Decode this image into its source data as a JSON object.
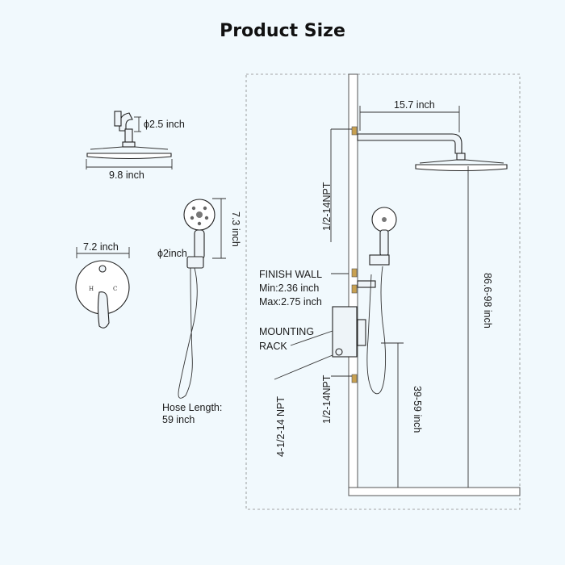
{
  "title": "Product Size",
  "shower_head": {
    "arm_diameter": "ϕ2.5 inch",
    "width": "9.8 inch"
  },
  "valve": {
    "width": "7.2 inch",
    "hot_mark": "H",
    "cold_mark": "C"
  },
  "hand_shower": {
    "height": "7.3 inch",
    "diameter": "ϕ2inch",
    "hose_label": "Hose Length:",
    "hose_value": "59 inch"
  },
  "install": {
    "arm_length": "15.7 inch",
    "inlet_top": "1/2-14NPT",
    "finish_wall": "FINISH WALL",
    "wall_min": "Min:2.36 inch",
    "wall_max": "Max:2.75 inch",
    "mounting_line1": "MOUNTING",
    "mounting_line2": "RACK",
    "inlet_bottom": "1/2-14NPT",
    "valve_ports": "4-1/2-14 NPT",
    "total_height": "86.6-98 inch",
    "hand_height": "39-59 inch"
  }
}
